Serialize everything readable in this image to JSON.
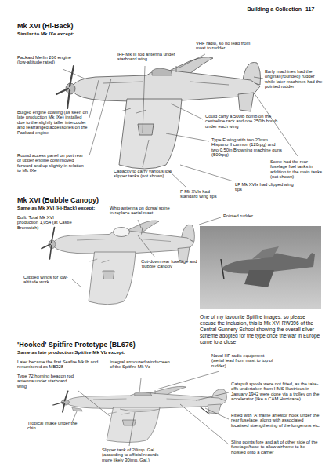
{
  "diagram": {
    "caption": "One of my favourite Spitfire images, so please excuse the inclusion, this is Mk XVI RW396 of the Central Gunnery School showing the overall silver scheme adopted for the type once the war in Europe came to a close",
    "labels": [
      "Building a Collection",
      "117",
      "Mk XVI (Hi-Back)",
      "Similar to Mk IXe except:",
      "VHF radio, so no lead from mast to rudder",
      "IFF Mk III rod antenna under starboard wing",
      "Packard Merlin 266 engine (low-altitude rated)",
      "Early machines had the original (rounded) rudder while later machines had the pointed rudder",
      "Bulged engine cowling (as seen on late production Mk IXe) installed due to the slightly taller intercooler and rearranged accessories on the Packard engine",
      "Could carry a 500lb bomb on the centreline rack and one 250lb bomb under each wing",
      "Type E wing with two 20mm Hispano II cannon (120rpg) and two 0.50in Browning machine guns (500rpg)",
      "Some had the rear fuselage fuel tanks in addition to the main tanks (not shown)",
      "Round access panel on port rear of upper engine cowl moved forward and up slightly in relation to Mk IXe",
      "Capacity to carry various low slipper tanks (not shown)",
      "LF Mk XVIs had clipped wing tips",
      "F Mk XVIs had standard wing tips",
      "Mk XVI (Bubble Canopy)",
      "Same as Mk XVI (Hi-Back) except:",
      "Built: Total Mk XVI production 1,054 (at Castle Bromwich)",
      "Whip antenna on dorsal spine to replace aerial mast",
      "Pointed rudder",
      "Cut-down rear fuselage and 'bubble' canopy",
      "Clipped wings for low-altitude work",
      "'Hooked' Spitfire Prototype (BL676)",
      "Same as late production Spitfire Mk Vb except:",
      "Later became the first Seafire Mk Ib and renumbered as MB328",
      "Integral armoured windscreen of the Spitfire Mk Vc",
      "Naval HF radio equipment (aerial lead from mast to top of rudder)",
      "Type 72 homing beacon rod antenna under starboard wing",
      "Catapult spools were not fitted, as the take-offs undertaken from HMS Illustrious in January 1942 were done via a trolley on the accelerator (like a CAM Hurricane)",
      "Tropical intake under the chin",
      "Fitted with 'A' frame arrestor hook under the rear fuselage, along with associated localised strengthening of the longerons etc.",
      "Slipper tank of 20imp. Gal. (according to official records more likely 30imp. Gal.)",
      "Sling points fore and aft of other side of the fuselage/hose to allow airframe to be hoisted onto a carrier"
    ]
  }
}
